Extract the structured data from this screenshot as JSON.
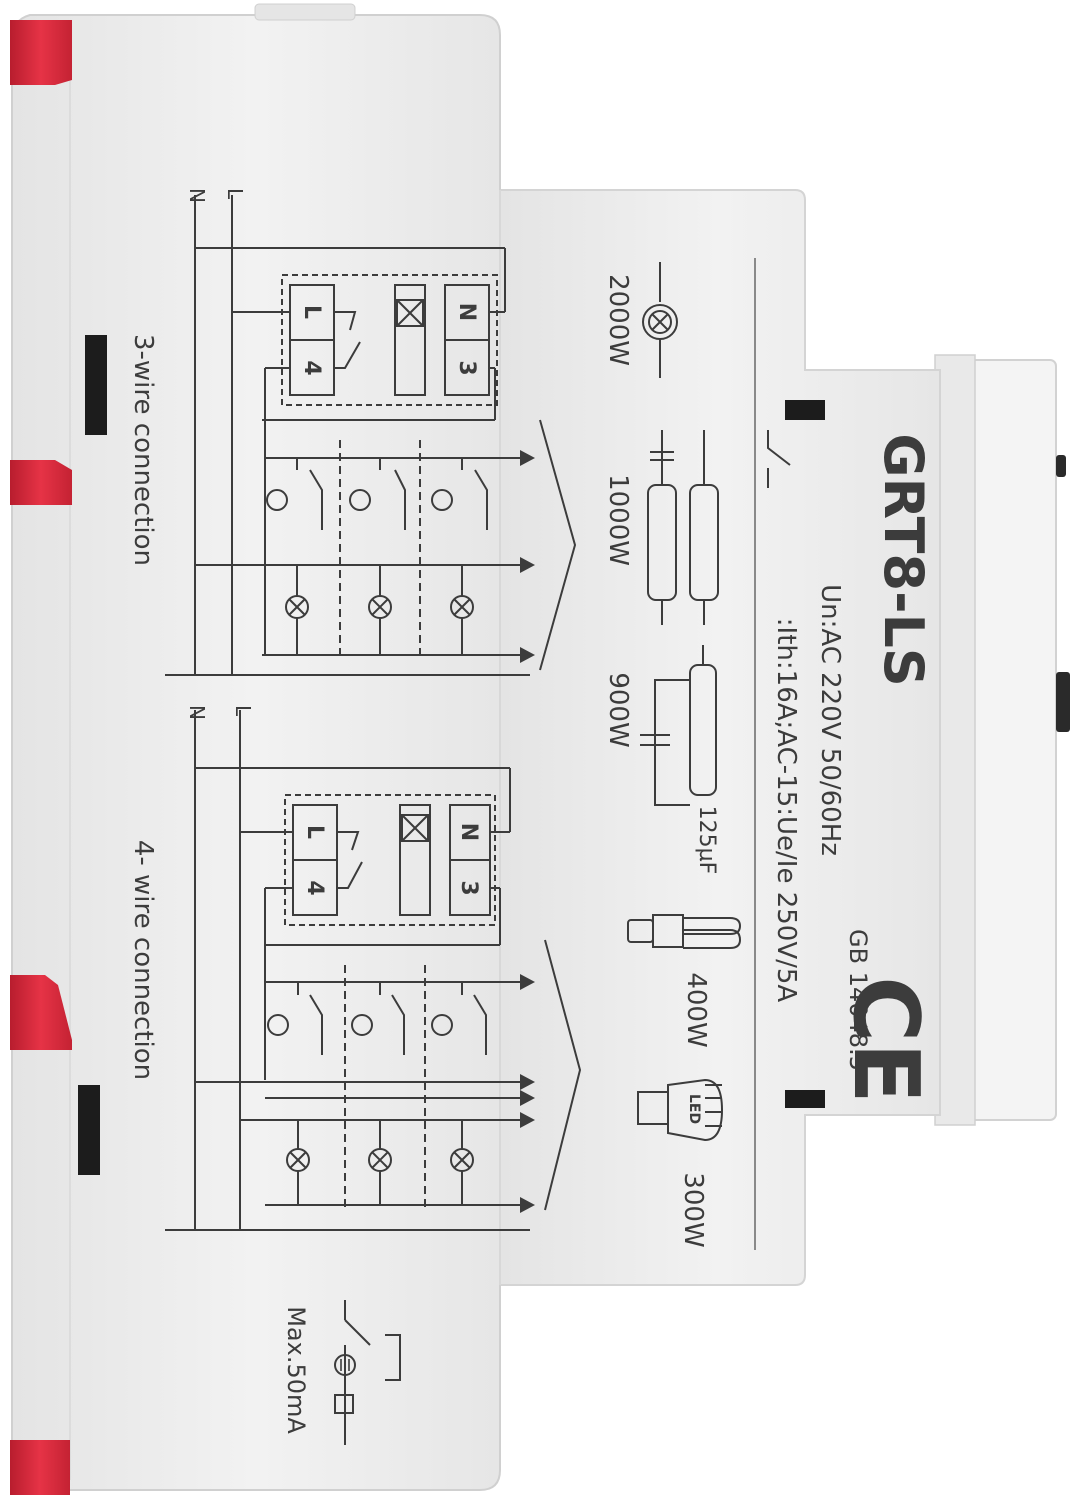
{
  "product": {
    "model": "GRT8-LS",
    "rating_supply": "Un:AC 220V 50/60Hz",
    "rating_contact": ":Ith:16A;AC-15:Ue/Ie 250V/5A",
    "standard": "GB 14048.5",
    "mark": "CE"
  },
  "loads": {
    "incandescent": "2000W",
    "fluorescent": "1000W",
    "compensated": "900W",
    "capacitor": "125µF",
    "cfl": "400W",
    "led_label": "LED",
    "led": "300W"
  },
  "diagrams": {
    "three_wire": "3-wire connection",
    "four_wire": "4- wire connection",
    "line": "L",
    "neutral": "N",
    "terminal_l": "L",
    "terminal_4": "4",
    "terminal_n": "N",
    "terminal_3": "3",
    "pushbutton_max": "Max.50mA"
  },
  "colors": {
    "housing": "#efefef",
    "housing_shadow": "#d6d6d6",
    "latch": "#d9283a",
    "ink": "#3c3c3c"
  }
}
